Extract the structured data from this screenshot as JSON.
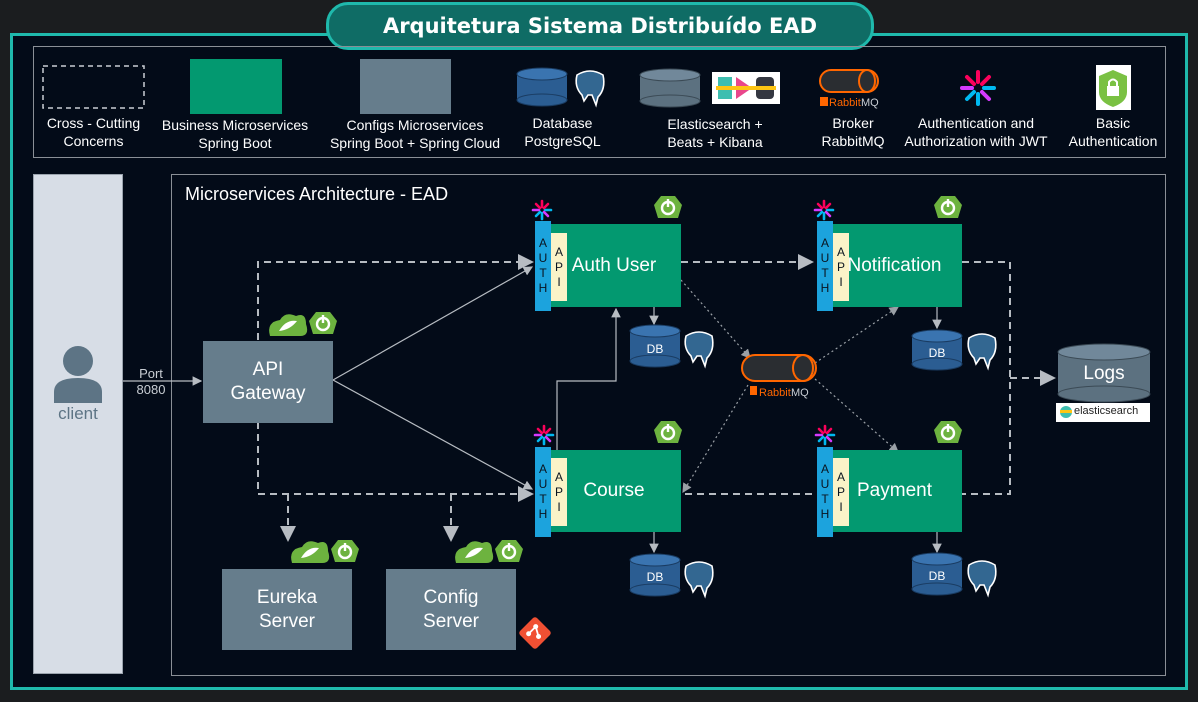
{
  "title": "Arquitetura Sistema Distribuído EAD",
  "legend": {
    "cross_cutting": "Cross - Cutting\nConcerns",
    "business": "Business Microservices\nSpring Boot",
    "configs": "Configs Microservices\nSpring Boot + Spring Cloud",
    "database": "Database\nPostgreSQL",
    "elastic": "Elasticsearch +\nBeats + Kibana",
    "broker": "Broker\nRabbitMQ",
    "jwt": "Authentication and\nAuthorization with JWT",
    "basic": "Basic\nAuthentication"
  },
  "client": {
    "label": "client"
  },
  "port": "Port\n8080",
  "arch_title": "Microservices Architecture - EAD",
  "gateway": "API\nGateway",
  "services": {
    "auth_user": "Auth User",
    "notification": "Notification",
    "course": "Course",
    "payment": "Payment"
  },
  "eureka": "Eureka\nServer",
  "config": "Config\nServer",
  "db_label": "DB",
  "logs": "Logs",
  "elasticsearch_badge": "elasticsearch",
  "rabbitmq_label": "RabbitMQ",
  "rabbitmq_brand": "Rabbit",
  "rabbitmq_suffix": "MQ",
  "auth_letters": [
    "A",
    "U",
    "T",
    "H"
  ],
  "api_letters": [
    "A",
    "P",
    "I"
  ],
  "colors": {
    "frame": "#1fb9ac",
    "service_green": "#039970",
    "config_gray": "#667d8c",
    "db_blue": "#2b5d92",
    "auth_blue": "#1ca3dd",
    "api_cream": "#fbf3c8",
    "spring_green": "#6db33f",
    "rabbit_orange": "#ff6600"
  }
}
